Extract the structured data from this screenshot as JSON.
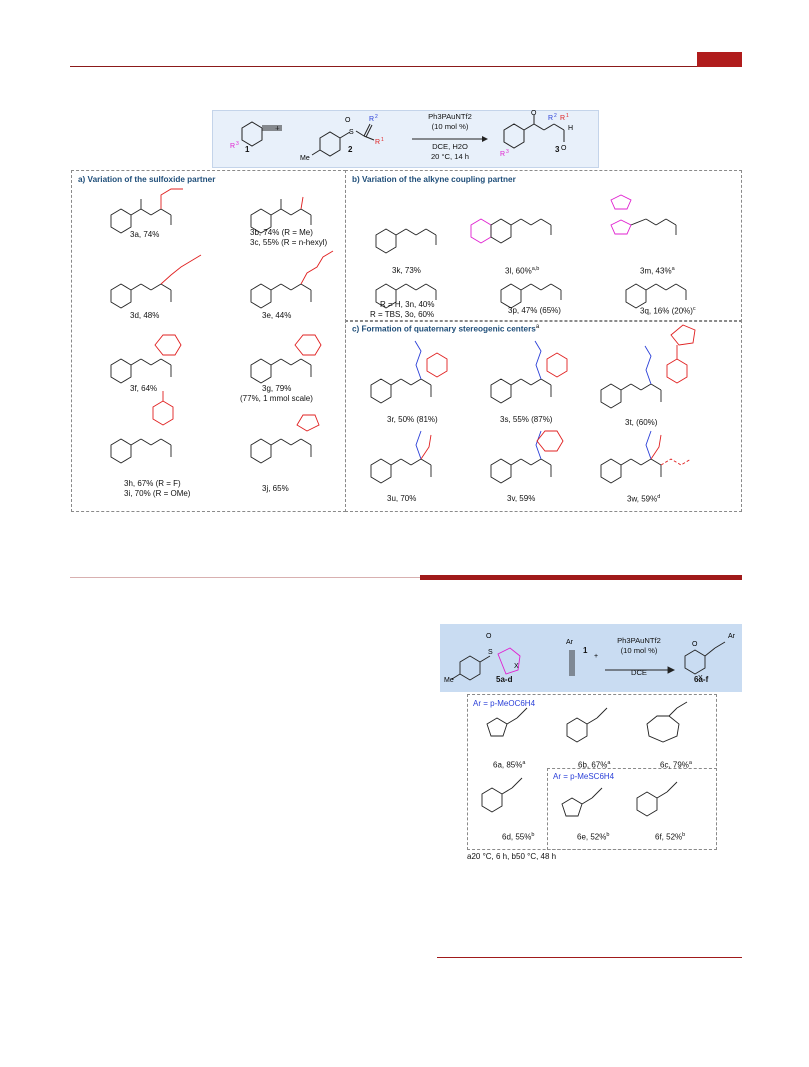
{
  "scheme1": {
    "reactant1_label": "1",
    "reactant2_label": "2",
    "product_label": "3",
    "plus": "+",
    "catalyst": "Ph3PAuNTf2",
    "loading": "(10 mol %)",
    "solvent": "DCE, H2O",
    "conditions": "20 °C, 14 h",
    "sections": {
      "a": "a) Variation of the sulfoxide partner",
      "b": "b) Variation of the alkyne coupling partner",
      "c": "c) Formation of quaternary stereogenic centers"
    },
    "c_sup": "a",
    "labels": {
      "3a": "3a, 74%",
      "3b": "3b, 74% (R = Me)",
      "3c": "3c, 55% (R = n-hexyl)",
      "3d": "3d, 48%",
      "3e": "3e, 44%",
      "3f": "3f, 64%",
      "3g": "3g, 79%",
      "3g_note": "(77%, 1 mmol scale)",
      "3h": "3h, 67% (R = F)",
      "3i": "3i, 70% (R = OMe)",
      "3j": "3j, 65%",
      "3k": "3k, 73%",
      "3l": "3l, 60%",
      "3l_sup": "a,b",
      "3m": "3m, 43%",
      "3m_sup": "a",
      "3n": "R = H, 3n, 40%",
      "3o": "R = TBS, 3o, 60%",
      "3p": "3p,  47% (65%)",
      "3q": "3q, 16% (20%)",
      "3q_sup": "c",
      "3r": "3r, 50% (81%)",
      "3s": "3s, 55% (87%)",
      "3t": "3t, (60%)",
      "3u": "3u, 70%",
      "3v": "3v, 59%",
      "3w": "3w, 59%",
      "3w_sup": "d"
    }
  },
  "scheme2": {
    "reactant_label": "5a-d",
    "alkyne_label": "1",
    "catalyst": "Ph3PAuNTf2",
    "loading": "(10 mol %)",
    "solvent": "DCE",
    "product_label": "6a-f",
    "ar1": "Ar = p-MeOC6H4",
    "ar2": "Ar = p-MeSC6H4",
    "labels": {
      "6a": "6a, 85%",
      "6a_sup": "a",
      "6b": "6b, 67%",
      "6b_sup": "a",
      "6c": "6c, 79%",
      "6c_sup": "a",
      "6d": "6d, 55%",
      "6d_sup": "b",
      "6e": "6e, 52%",
      "6e_sup": "b",
      "6f": "6f, 52%",
      "6f_sup": "b"
    },
    "footnote": "a20 °C, 6 h, b50 °C, 48 h"
  },
  "colors": {
    "accent_red": "#b01c1c",
    "scheme_bg": "#e8f0fa",
    "scheme2_bg": "#c9dcf2",
    "magenta": "#e020d0",
    "red": "#e02020",
    "blue": "#2a3fd8",
    "section_blue": "#1f4e79"
  }
}
